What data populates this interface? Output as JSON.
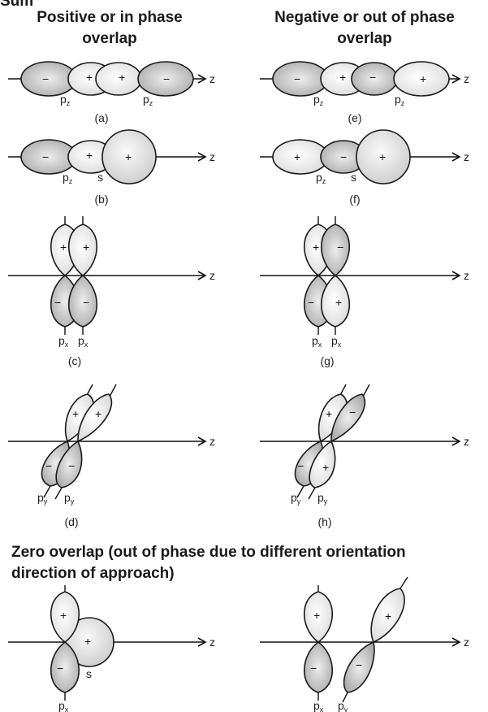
{
  "top_fragment": "Sum",
  "headings": {
    "positive": [
      "Positive or in phase",
      "overlap"
    ],
    "negative": [
      "Negative or out of phase",
      "overlap"
    ],
    "zero": [
      "Zero overlap (out of phase due to different orientation",
      "direction of approach)"
    ]
  },
  "axis_label": "z",
  "signs": {
    "plus": "+",
    "minus": "−"
  },
  "orbitals": {
    "pz": "p",
    "pz_sub": "z",
    "px": "p",
    "px_sub": "x",
    "py": "p",
    "py_sub": "y",
    "s": "s"
  },
  "panels": {
    "a": "(a)",
    "b": "(b)",
    "c": "(c)",
    "d": "(d)",
    "e": "(e)",
    "f": "(f)",
    "g": "(g)",
    "h": "(h)"
  },
  "colors": {
    "shaded_lobe": "#c8c8c8",
    "light_lobe": "#ffffff",
    "line": "#1a1a1a"
  }
}
